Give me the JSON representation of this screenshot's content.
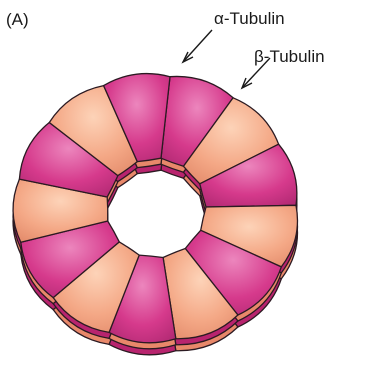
{
  "panel_label": "(A)",
  "labels": {
    "alpha": "α-Tubulin",
    "beta": "β-Tubulin"
  },
  "ring": {
    "subunits": 13,
    "stacked_rings": 3,
    "alpha_tubulin_color": "#d63a8c",
    "alpha_tubulin_highlight": "#e874b0",
    "beta_tubulin_color": "#f2a07e",
    "beta_tubulin_highlight": "#fbc9ab",
    "lower_ring_alpha_color": "#b8246e",
    "lower_ring_beta_color": "#e8886a"
  }
}
